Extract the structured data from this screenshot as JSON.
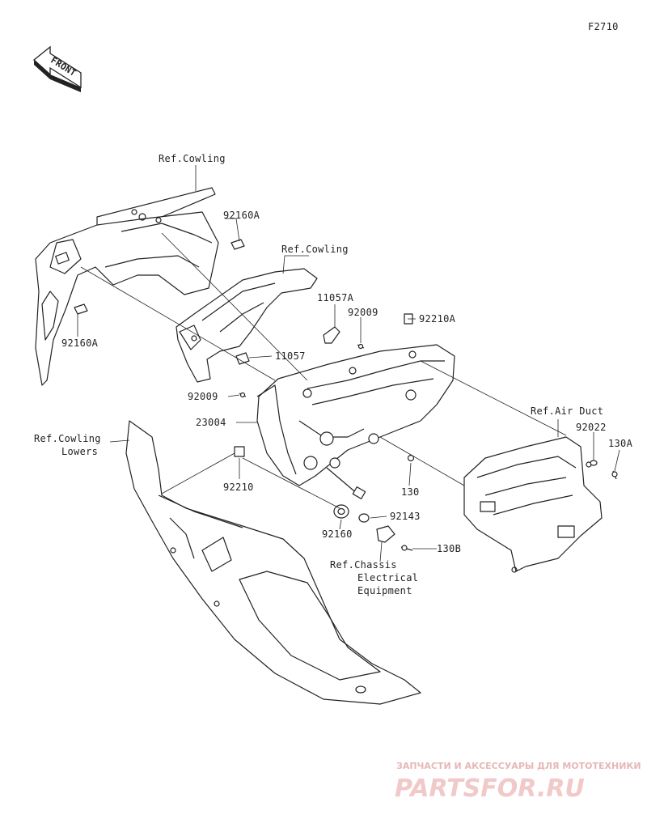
{
  "figure_code": "F2710",
  "front_arrow": {
    "text": "FRONT"
  },
  "callouts": {
    "ref_cowling_1": "Ref.Cowling",
    "ref_cowling_2": "Ref.Cowling",
    "ref_cowling_lowers_1": "Ref.Cowling",
    "ref_cowling_lowers_2": "Lowers",
    "ref_air_duct": "Ref.Air Duct",
    "ref_chassis_1": "Ref.Chassis",
    "ref_chassis_2": "Electrical",
    "ref_chassis_3": "Equipment",
    "p92160A_upper": "92160A",
    "p92160A_lower": "92160A",
    "p11057A": "11057A",
    "p92009_upper": "92009",
    "p92009_lower": "92009",
    "p11057": "11057",
    "p92210A": "92210A",
    "p23004": "23004",
    "p92022": "92022",
    "p130A": "130A",
    "p130": "130",
    "p92210": "92210",
    "p92143": "92143",
    "p92160": "92160",
    "p130B": "130B"
  },
  "watermark": {
    "tagline": "ЗАПЧАСТИ И АКСЕССУАРЫ ДЛЯ МОТОТЕХНИКИ",
    "logo": "PARTSFOR.RU",
    "color": "#e8b4b4"
  }
}
